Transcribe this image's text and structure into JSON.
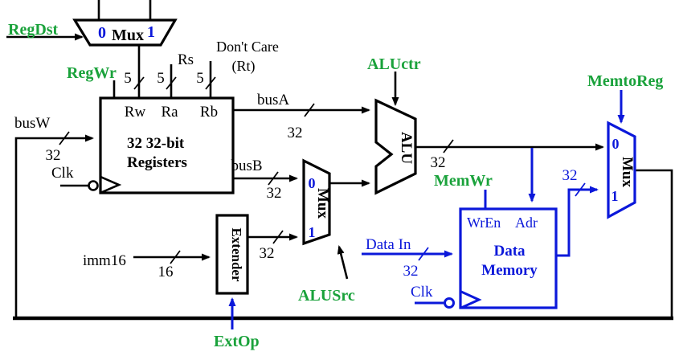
{
  "colors": {
    "control_green": "#1aa23b",
    "wire_blue": "#0b18da",
    "wire_black": "#000000"
  },
  "control": {
    "reg_dst": "RegDst",
    "reg_wr": "RegWr",
    "alu_ctr": "ALUctr",
    "alu_src": "ALUSrc",
    "ext_op": "ExtOp",
    "mem_wr": "MemWr",
    "mem_to_reg": "MemtoReg"
  },
  "mux": {
    "label": "Mux",
    "in0": "0",
    "in1": "1"
  },
  "register_file": {
    "rw": "Rw",
    "ra": "Ra",
    "rb": "Rb",
    "title1": "32 32-bit",
    "title2": "Registers",
    "clk": "Clk"
  },
  "alu": {
    "label": "ALU"
  },
  "extender": {
    "label": "Extender"
  },
  "data_memory": {
    "wr_en": "WrEn",
    "adr": "Adr",
    "title1": "Data",
    "title2": "Memory",
    "clk": "Clk",
    "data_in": "Data In"
  },
  "buses": {
    "bus_w": "busW",
    "bus_a": "busA",
    "bus_b": "busB",
    "imm16": "imm16",
    "w32": "32",
    "w16": "16",
    "w5": "5"
  },
  "notes": {
    "rs": "Rs",
    "dont_care1": "Don't Care",
    "dont_care2": "(Rt)"
  }
}
